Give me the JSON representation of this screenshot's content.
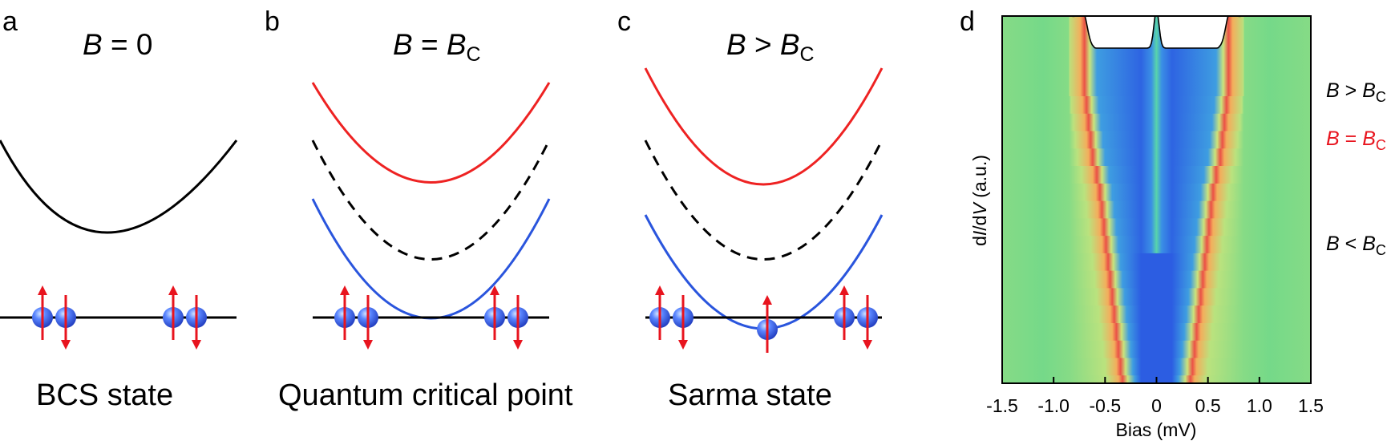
{
  "panels": [
    {
      "letter": "a",
      "title_var": "B",
      "title_rest": " = 0",
      "title_sub": "",
      "caption": "BCS state"
    },
    {
      "letter": "b",
      "title_var": "B",
      "title_rest": " = ",
      "title_var2": "B",
      "title_sub": "C",
      "caption": "Quantum critical point"
    },
    {
      "letter": "c",
      "title_var": "B",
      "title_rest": " > ",
      "title_var2": "B",
      "title_sub": "C",
      "caption": "Sarma state"
    },
    {
      "letter": "d"
    }
  ],
  "chart_data": {
    "type": "line",
    "title": "",
    "xlabel": "Bias (mV)",
    "ylabel_pre": "d",
    "ylabel_i": "I",
    "ylabel_mid": "/d",
    "ylabel_v": "V",
    "ylabel_post": " (a.u.)",
    "xlim": [
      -1.5,
      1.5
    ],
    "xticks": [
      "-1.5",
      "-1.0",
      "-0.5",
      "0",
      "0.5",
      "1.0",
      "1.5"
    ],
    "xtick_values": [
      -1.5,
      -1.0,
      -0.5,
      0,
      0.5,
      1.0,
      1.5
    ],
    "num_curves": 18,
    "highlight_curve_index": 12,
    "coherence_peak_positions_mV": [
      0.33,
      0.35,
      0.37,
      0.39,
      0.41,
      0.43,
      0.45,
      0.47,
      0.49,
      0.51,
      0.53,
      0.55,
      0.58,
      0.62,
      0.64,
      0.66,
      0.68,
      0.7
    ],
    "annotations": [
      {
        "var": "B",
        "op": " > ",
        "var2": "B",
        "sub": "C",
        "color": "#000000"
      },
      {
        "var": "B",
        "op": " = ",
        "var2": "B",
        "sub": "C",
        "color": "#e8141e"
      },
      {
        "var": "B",
        "op": " < ",
        "var2": "B",
        "sub": "C",
        "color": "#000000"
      }
    ]
  },
  "colors": {
    "band_up": "#ee2222",
    "band_down": "#2a55dd",
    "band_zero": "#000000",
    "spin_arrow": "#e8141e",
    "highlight": "#e8141e"
  }
}
